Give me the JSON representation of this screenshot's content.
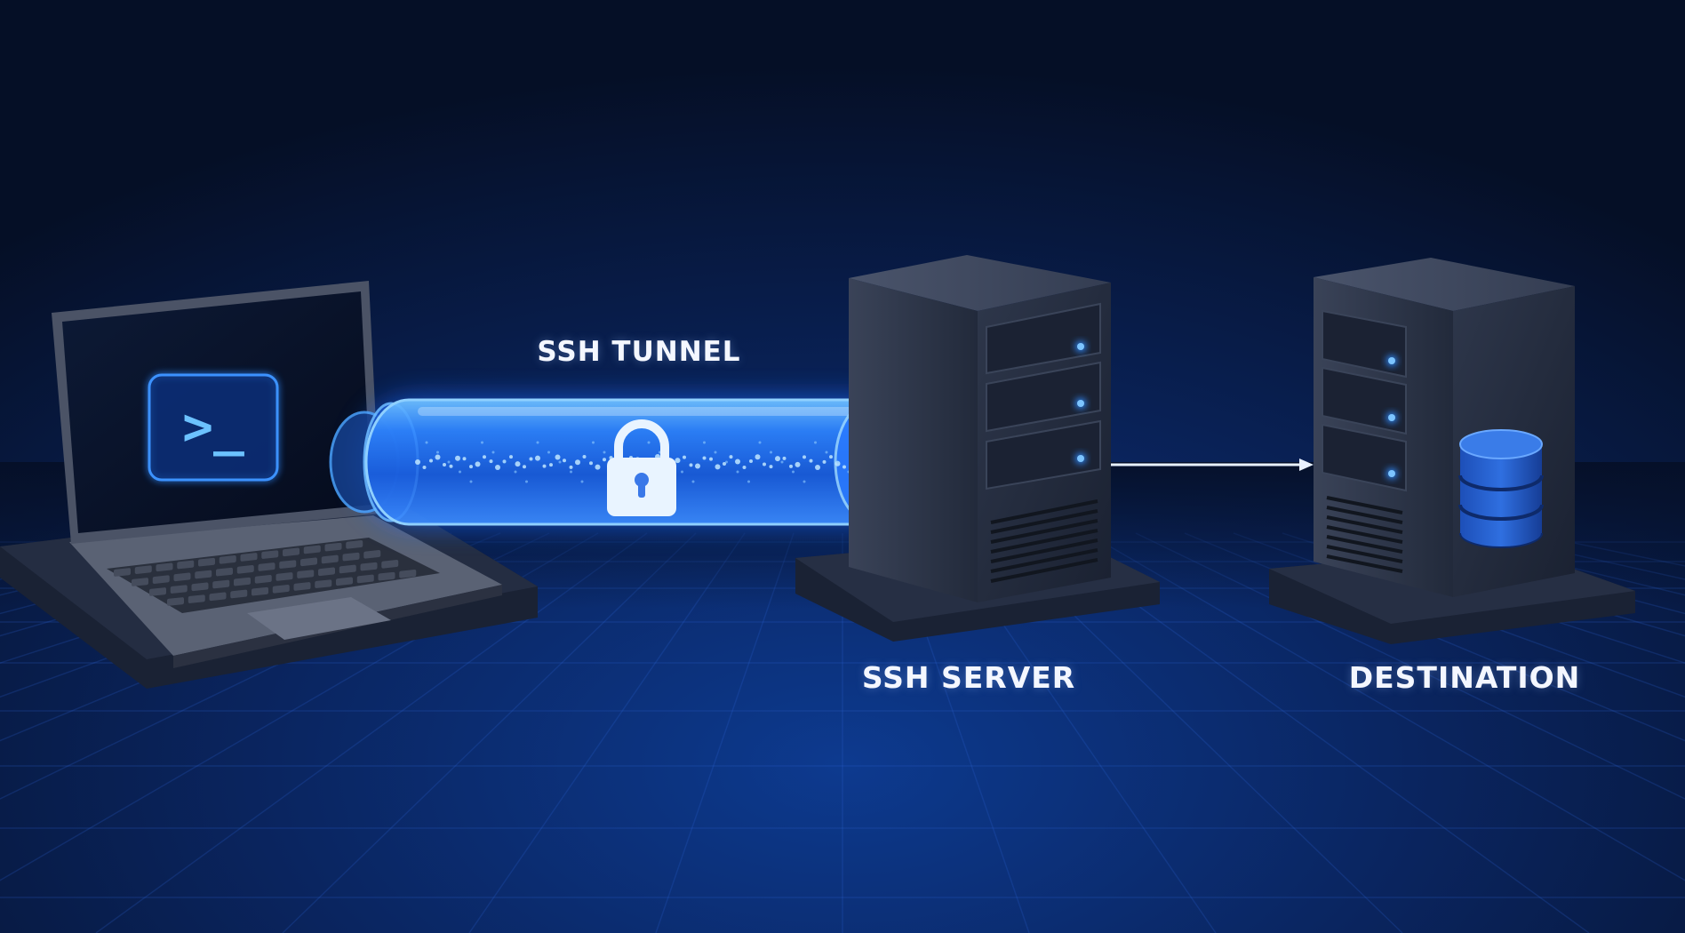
{
  "labels": {
    "tunnel": "SSH TUNNEL",
    "server": "SSH SERVER",
    "destination": "DESTINATION"
  },
  "terminal_prompt": ">_",
  "icons": {
    "tunnel": "lock-icon",
    "destination": "database-icon",
    "client": "terminal-icon"
  },
  "colors": {
    "background": "#06142f",
    "accent": "#2f8bff",
    "glow": "#5fb0ff",
    "device": "#2a3347"
  }
}
